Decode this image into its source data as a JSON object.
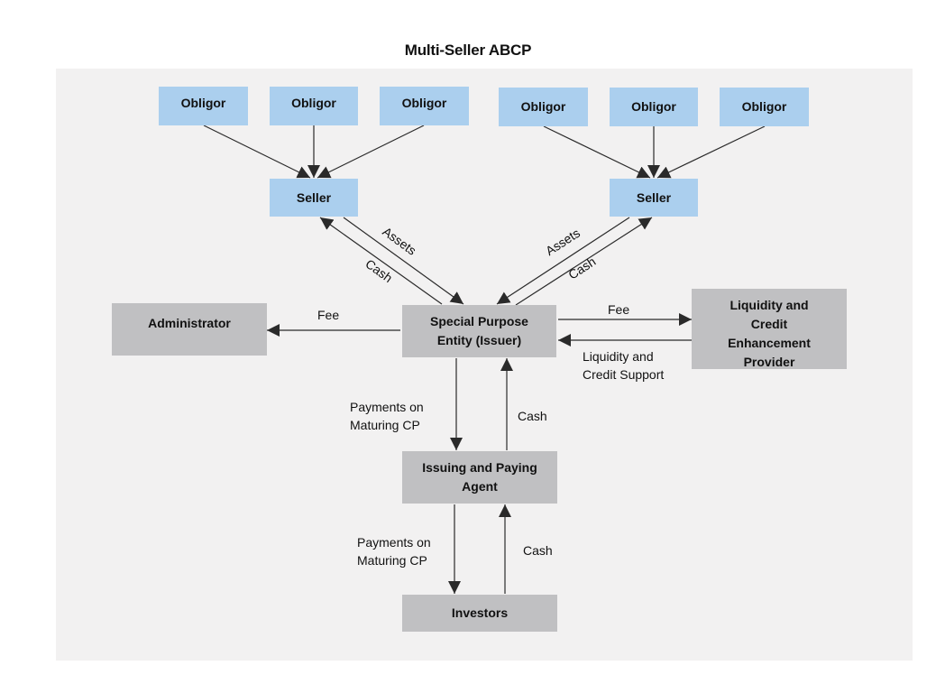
{
  "title": "Multi-Seller ABCP",
  "colors": {
    "seller_side": "#abcfee",
    "entity": "#c0c0c2",
    "panel": "#f2f1f1",
    "line": "#2a2a2a"
  },
  "nodes": {
    "obligor_l1": "Obligor",
    "obligor_l2": "Obligor",
    "obligor_l3": "Obligor",
    "obligor_r1": "Obligor",
    "obligor_r2": "Obligor",
    "obligor_r3": "Obligor",
    "seller_left": "Seller",
    "seller_right": "Seller",
    "administrator": "Administrator",
    "spe_line1": "Special Purpose",
    "spe_line2": "Entity (Issuer)",
    "liquidity_line1": "Liquidity and",
    "liquidity_line2": "Credit",
    "liquidity_line3": "Enhancement",
    "liquidity_line4": "Provider",
    "ipa_line1": "Issuing and Paying",
    "ipa_line2": "Agent",
    "investors": "Investors"
  },
  "edges": {
    "assets_left": "Assets",
    "cash_left": "Cash",
    "assets_right": "Assets",
    "cash_right": "Cash",
    "fee_admin": "Fee",
    "fee_liquidity": "Fee",
    "liquidity_support_line1": "Liquidity and",
    "liquidity_support_line2": "Credit Support",
    "payments_spe_line1": "Payments on",
    "payments_spe_line2": "Maturing CP",
    "cash_ipa_to_spe": "Cash",
    "payments_ipa_line1": "Payments on",
    "payments_ipa_line2": "Maturing CP",
    "cash_investors_to_ipa": "Cash"
  }
}
